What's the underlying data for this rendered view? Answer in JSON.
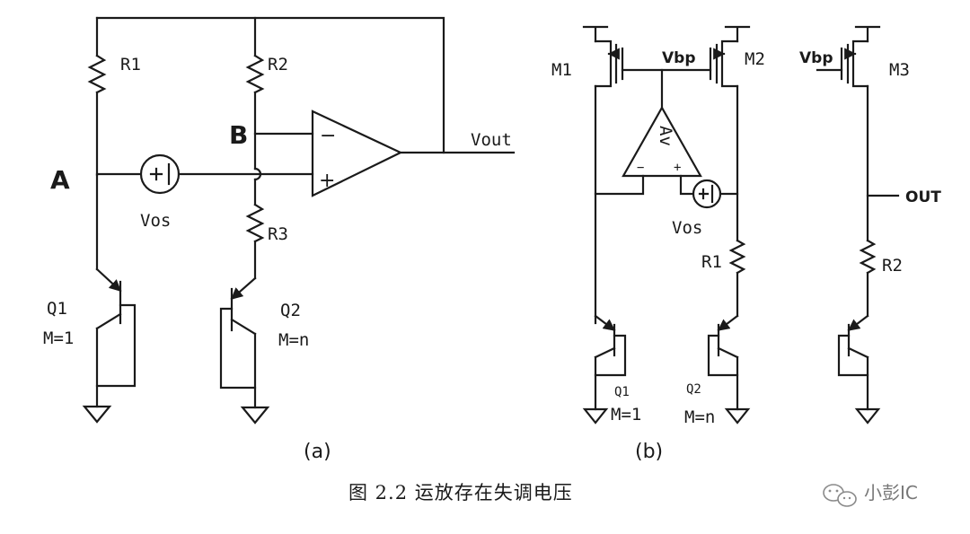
{
  "figure": {
    "caption": "图 2.2 运放存在失调电压",
    "watermark": "小彭IC"
  },
  "panel_a": {
    "sublabel": "(a)",
    "node_a": "A",
    "node_b": "B",
    "r1": "R1",
    "r2": "R2",
    "r3": "R3",
    "vout": "Vout",
    "vos": "Vos",
    "q1": "Q1",
    "q1_m": "M=1",
    "q2": "Q2",
    "q2_m": "M=n",
    "opamp_minus": "−",
    "opamp_plus": "+"
  },
  "panel_b": {
    "sublabel": "(b)",
    "m1": "M1",
    "m2": "M2",
    "m3": "M3",
    "vbp": "Vbp",
    "vbp_m3": "Vbp",
    "av": "Av",
    "opamp_minus": "−",
    "opamp_plus": "+",
    "vos": "Vos",
    "r1": "R1",
    "r2": "R2",
    "q1": "Q1",
    "q1_m": "M=1",
    "q2": "Q2",
    "q2_m": "M=n",
    "out": "OUT"
  }
}
